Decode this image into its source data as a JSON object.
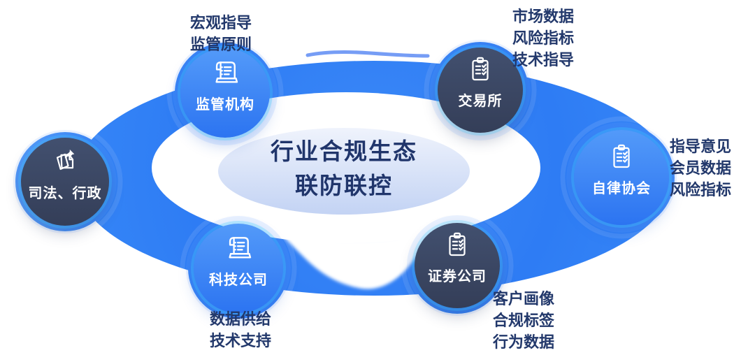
{
  "diagram": {
    "title_line1": "行业合规生态",
    "title_line2": "联防联控"
  },
  "nodes": [
    {
      "id": "regulator",
      "label": "监管机构",
      "icon": "scroll-icon",
      "variant": "blue",
      "annotations": [
        "宏观指导",
        "监管原则"
      ]
    },
    {
      "id": "exchange",
      "label": "交易所",
      "icon": "clipboard-icon",
      "variant": "dark",
      "annotations": [
        "市场数据",
        "风险指标",
        "技术指导"
      ]
    },
    {
      "id": "judicial-admin",
      "label": "司法、行政",
      "icon": "pinned-note-icon",
      "variant": "dark",
      "annotations": []
    },
    {
      "id": "association",
      "label": "自律协会",
      "icon": "clipboard-icon",
      "variant": "blue",
      "annotations": [
        "指导意见",
        "会员数据",
        "风险指标"
      ]
    },
    {
      "id": "tech-company",
      "label": "科技公司",
      "icon": "scroll-icon",
      "variant": "blue",
      "annotations": [
        "数据供给",
        "技术支持"
      ]
    },
    {
      "id": "securities-company",
      "label": "证券公司",
      "icon": "clipboard-icon",
      "variant": "dark",
      "annotations": [
        "客户画像",
        "合规标签",
        "行为数据"
      ]
    }
  ],
  "colors": {
    "blob_blue": "#2F7DF4",
    "node_blue_top": "#539AF9",
    "node_blue_bottom": "#2C74F1",
    "node_dark": "#3A4662",
    "glow_cyan": "#3ECDFF",
    "inner_ellipse_top": "#EFF3FC",
    "inner_ellipse_bottom": "#C3D3F4",
    "text_dark_navy": "#22386B",
    "node_text": "#FFFFFF"
  }
}
